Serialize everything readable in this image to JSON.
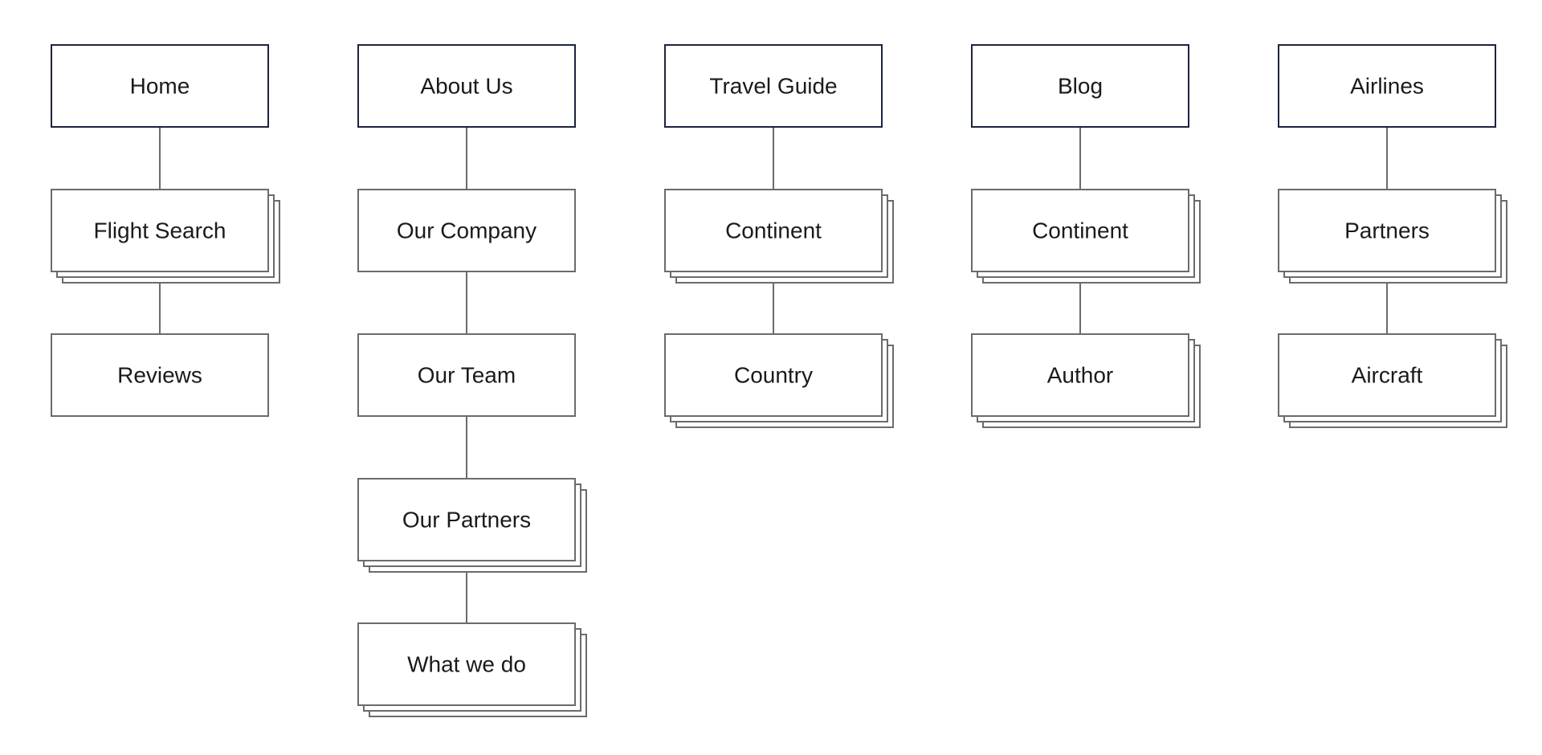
{
  "colors": {
    "top_border": "#1c2340",
    "child_border": "#6b6b6b",
    "connector": "#6b6b6b",
    "text": "#1a1a1a",
    "background": "#ffffff"
  },
  "columns": [
    {
      "top": {
        "label": "Home"
      },
      "children": [
        {
          "label": "Flight Search",
          "stacked": true
        },
        {
          "label": "Reviews",
          "stacked": false
        }
      ]
    },
    {
      "top": {
        "label": "About Us"
      },
      "children": [
        {
          "label": "Our Company",
          "stacked": false
        },
        {
          "label": "Our Team",
          "stacked": false
        },
        {
          "label": "Our Partners",
          "stacked": true
        },
        {
          "label": "What we do",
          "stacked": true
        }
      ]
    },
    {
      "top": {
        "label": "Travel Guide"
      },
      "children": [
        {
          "label": "Continent",
          "stacked": true
        },
        {
          "label": "Country",
          "stacked": true
        }
      ]
    },
    {
      "top": {
        "label": "Blog"
      },
      "children": [
        {
          "label": "Continent",
          "stacked": true
        },
        {
          "label": "Author",
          "stacked": true
        }
      ]
    },
    {
      "top": {
        "label": "Airlines"
      },
      "children": [
        {
          "label": "Partners",
          "stacked": true
        },
        {
          "label": "Aircraft",
          "stacked": true
        }
      ]
    }
  ]
}
